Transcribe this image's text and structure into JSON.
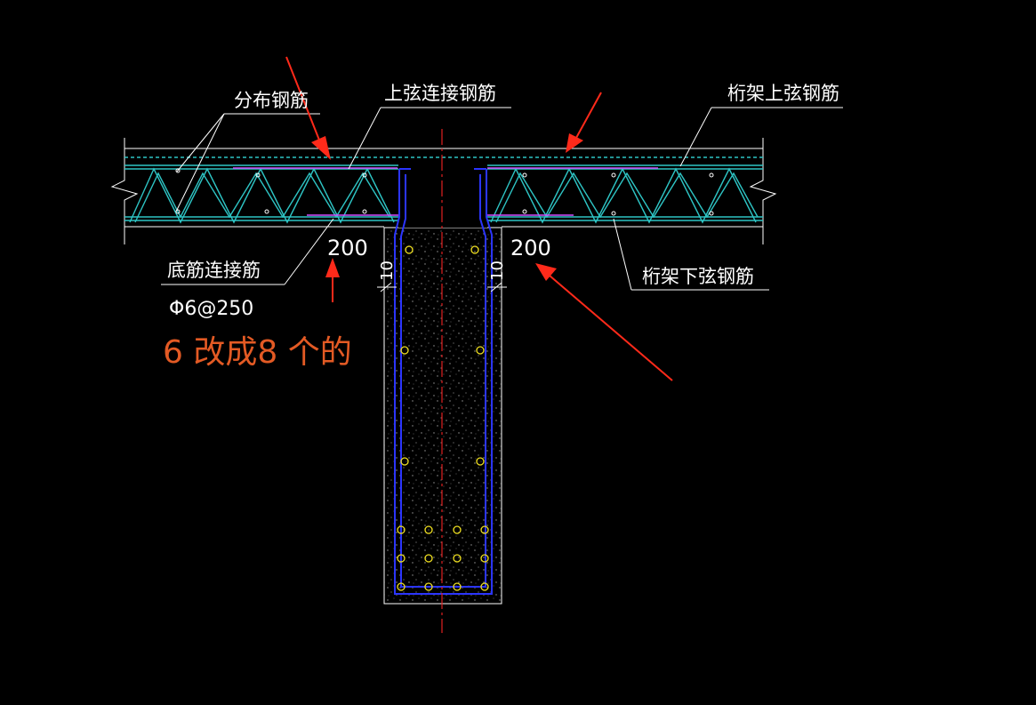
{
  "labels": {
    "distribution_rebar": "分布钢筋",
    "top_chord_connection_rebar": "上弦连接钢筋",
    "truss_top_chord_rebar": "桁架上弦钢筋",
    "bottom_connection_rebar": "底筋连接筋",
    "truss_bottom_chord_rebar": "桁架下弦钢筋",
    "rebar_spec": "Φ6@250",
    "revision_note": "6 改成8 个的"
  },
  "dimensions": {
    "left_lap": "200",
    "right_lap": "200",
    "left_cover": "10",
    "right_cover": "10"
  },
  "colors": {
    "background": "#000000",
    "slab_lines": "#ffffff",
    "truss": "#2ec4c4",
    "stirrup": "#2b35ff",
    "connection_rebar": "#d24dff",
    "centerline": "#e02020",
    "bar_dots": "#f0e020",
    "arrow": "#ff2a1a",
    "note_text": "#e35a24"
  }
}
